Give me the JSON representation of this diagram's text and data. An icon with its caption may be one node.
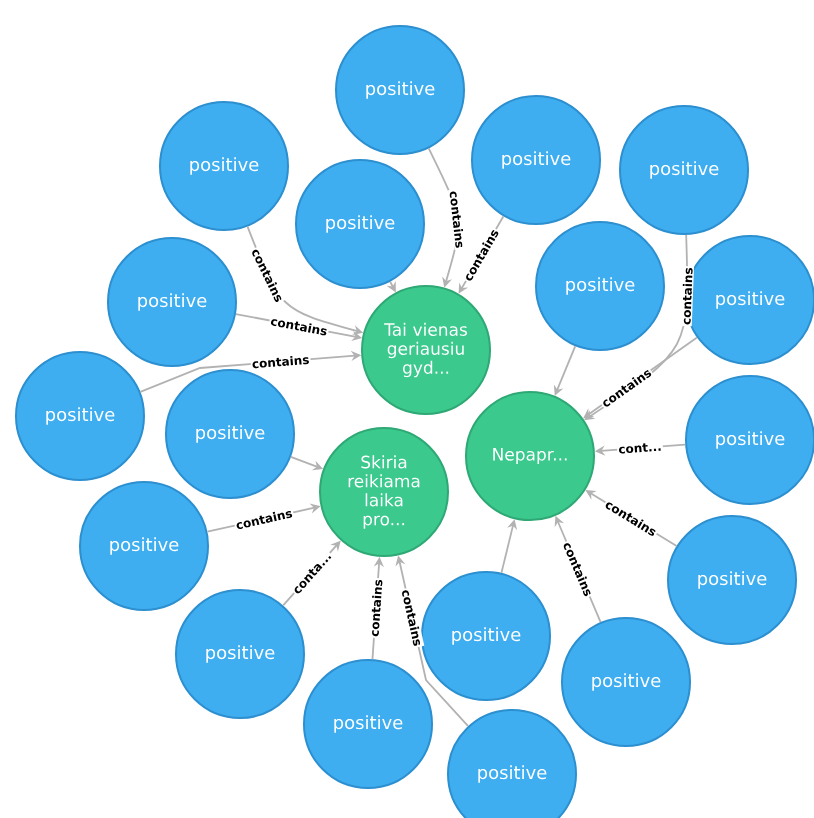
{
  "diagram": {
    "nodes": [
      {
        "text": [
          "Tai vienas geriausiu gyd..."
        ]
      },
      {
        "text": [
          "Skiria reikiama laika pro..."
        ]
      },
      {
        "text": [
          "Nepapr..."
        ]
      },
      {
        "text": [
          "positive"
        ]
      },
      {
        "text": [
          "positive"
        ]
      },
      {
        "text": [
          "positive"
        ]
      },
      {
        "text": [
          "positive"
        ]
      },
      {
        "text": [
          "positive"
        ]
      },
      {
        "text": [
          "positive"
        ]
      },
      {
        "text": [
          "positive"
        ]
      },
      {
        "text": [
          "positive"
        ]
      },
      {
        "text": [
          "positive"
        ]
      },
      {
        "text": [
          "positive"
        ]
      },
      {
        "text": [
          "positive"
        ]
      },
      {
        "text": [
          "positive"
        ]
      },
      {
        "text": [
          "positive"
        ]
      },
      {
        "text": [
          "positive"
        ]
      },
      {
        "text": [
          "positive"
        ]
      },
      {
        "text": [
          "positive"
        ]
      },
      {
        "text": [
          "positive"
        ]
      },
      {
        "text": [
          "positive"
        ]
      }
    ],
    "edges": [
      {
        "from": 3,
        "to": 0,
        "arrow": "to",
        "label": "contains"
      },
      {
        "from": 4,
        "to": 0,
        "arrow": "to",
        "label": "contains"
      },
      {
        "from": 5,
        "to": 0,
        "arrow": "to",
        "label": "contains"
      },
      {
        "from": 6,
        "to": 2,
        "arrow": "to",
        "label": "contains"
      },
      {
        "from": 7,
        "to": 0,
        "arrow": "to"
      },
      {
        "from": 8,
        "to": 0,
        "arrow": "to",
        "label": "contains"
      },
      {
        "from": 9,
        "to": 2,
        "arrow": "to"
      },
      {
        "from": 10,
        "to": 2,
        "arrow": "to",
        "label": "contains"
      },
      {
        "from": 11,
        "to": 0,
        "arrow": "to",
        "label": "contains"
      },
      {
        "from": 12,
        "to": 1,
        "arrow": "to"
      },
      {
        "from": 13,
        "to": 2,
        "arrow": "to",
        "label": "cont..."
      },
      {
        "from": 14,
        "to": 1,
        "arrow": "to",
        "label": "contains"
      },
      {
        "from": 15,
        "to": 2,
        "arrow": "to",
        "label": "contains"
      },
      {
        "from": 16,
        "to": 1,
        "arrow": "to",
        "label": "conta..."
      },
      {
        "from": 17,
        "to": 2,
        "arrow": "to"
      },
      {
        "from": 18,
        "to": 2,
        "arrow": "to",
        "label": "contains"
      },
      {
        "from": 19,
        "to": 1,
        "arrow": "to",
        "label": "contains"
      },
      {
        "from": 20,
        "to": 1,
        "arrow": "to",
        "label": "contains"
      }
    ]
  }
}
